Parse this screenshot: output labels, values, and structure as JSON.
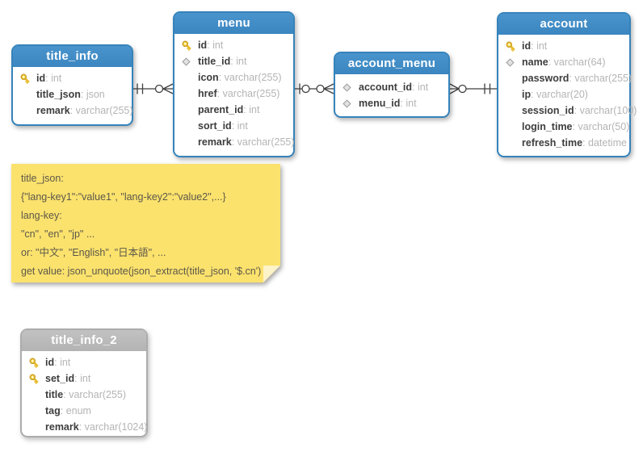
{
  "tables": [
    {
      "name": "title_info",
      "header_style": "blue",
      "fields": [
        {
          "icon": "key",
          "name": "id",
          "type": "int"
        },
        {
          "icon": "none",
          "name": "title_json",
          "type": "json"
        },
        {
          "icon": "none",
          "name": "remark",
          "type": "varchar(255)"
        }
      ]
    },
    {
      "name": "menu",
      "header_style": "blue",
      "fields": [
        {
          "icon": "key",
          "name": "id",
          "type": "int"
        },
        {
          "icon": "diamond",
          "name": "title_id",
          "type": "int"
        },
        {
          "icon": "none",
          "name": "icon",
          "type": "varchar(255)"
        },
        {
          "icon": "none",
          "name": "href",
          "type": "varchar(255)"
        },
        {
          "icon": "none",
          "name": "parent_id",
          "type": "int"
        },
        {
          "icon": "none",
          "name": "sort_id",
          "type": "int"
        },
        {
          "icon": "none",
          "name": "remark",
          "type": "varchar(255)"
        }
      ]
    },
    {
      "name": "account_menu",
      "header_style": "blue",
      "fields": [
        {
          "icon": "diamond",
          "name": "account_id",
          "type": "int"
        },
        {
          "icon": "diamond",
          "name": "menu_id",
          "type": "int"
        }
      ]
    },
    {
      "name": "account",
      "header_style": "blue",
      "fields": [
        {
          "icon": "key",
          "name": "id",
          "type": "int"
        },
        {
          "icon": "diamond",
          "name": "name",
          "type": "varchar(64)"
        },
        {
          "icon": "none",
          "name": "password",
          "type": "varchar(255)"
        },
        {
          "icon": "none",
          "name": "ip",
          "type": "varchar(20)"
        },
        {
          "icon": "none",
          "name": "session_id",
          "type": "varchar(100)"
        },
        {
          "icon": "none",
          "name": "login_time",
          "type": "varchar(50)"
        },
        {
          "icon": "none",
          "name": "refresh_time",
          "type": "datetime"
        }
      ]
    },
    {
      "name": "title_info_2",
      "header_style": "gray",
      "fields": [
        {
          "icon": "key",
          "name": "id",
          "type": "int"
        },
        {
          "icon": "key",
          "name": "set_id",
          "type": "int"
        },
        {
          "icon": "none",
          "name": "title",
          "type": "varchar(255)"
        },
        {
          "icon": "none",
          "name": "tag",
          "type": "enum"
        },
        {
          "icon": "none",
          "name": "remark",
          "type": "varchar(1024)"
        }
      ]
    }
  ],
  "note": {
    "lines": [
      "title_json:",
      "{\"lang-key1\":\"value1\", \"lang-key2\":\"value2\",...}",
      "lang-key:",
      "\"cn\", \"en\", \"jp\" ...",
      "or: \"中文\", \"English\", \"日本語\", ...",
      "get value: json_unquote(json_extract(title_json, '$.cn')"
    ]
  },
  "relationships": [
    {
      "from": "title_info",
      "to": "menu",
      "from_end": "one",
      "to_end": "zero-or-many"
    },
    {
      "from": "menu",
      "to": "account_menu",
      "from_end": "zero-or-one",
      "to_end": "zero-or-many"
    },
    {
      "from": "account_menu",
      "to": "account",
      "from_end": "zero-or-many",
      "to_end": "one"
    }
  ],
  "colors": {
    "table_header_blue": "#3f8ac2",
    "table_border_blue": "#3583bb",
    "table_header_gray": "#b9b9b9",
    "note_bg": "#fbe26d",
    "key_icon": "#f9d849",
    "connector": "#3f3f3f"
  }
}
